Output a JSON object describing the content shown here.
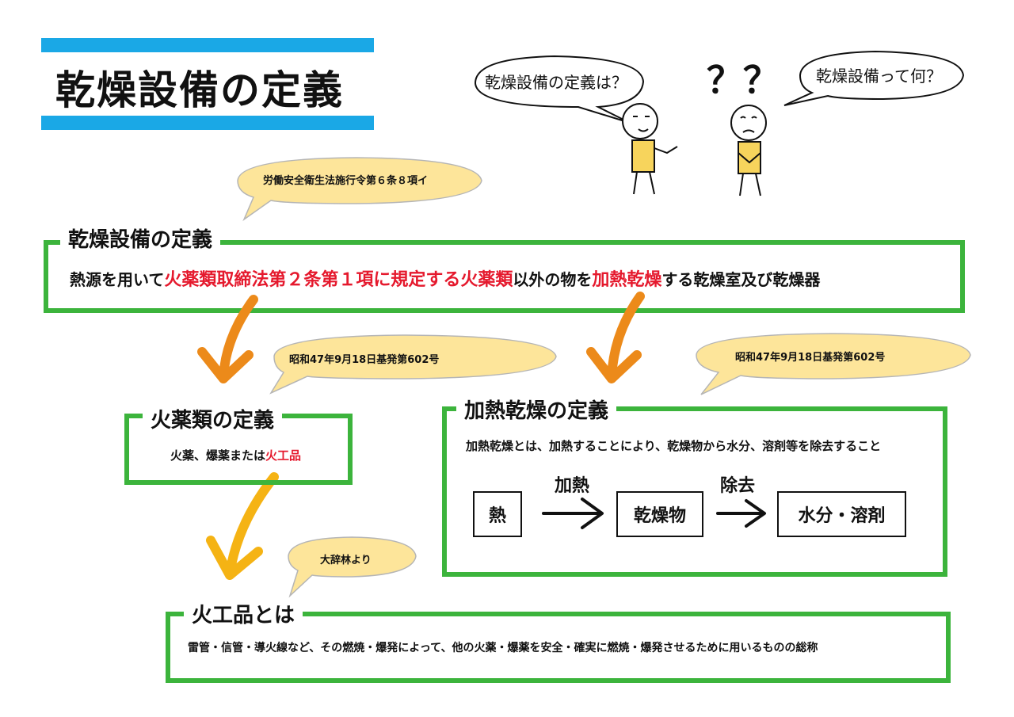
{
  "title": "乾燥設備の定義",
  "speech": {
    "left": "乾燥設備の定義は？",
    "right": "乾燥設備って何？",
    "marks": "？？"
  },
  "drying_def": {
    "source": "労働安全衛生法施行令第６条８項イ",
    "label": "乾燥設備の定義",
    "text": {
      "p1": "熱源を用いて",
      "r1": "火薬類取締法第２条第１項に規定する火薬類",
      "p2": "以外の物を",
      "r2": "加熱乾燥",
      "p3": "する乾燥室及び乾燥器"
    }
  },
  "explosive_def": {
    "source": "昭和47年9月18日基発第602号",
    "label": "火薬類の定義",
    "text": {
      "p1": "火薬、爆薬または",
      "r1": "火工品"
    }
  },
  "heating_def": {
    "source": "昭和47年9月18日基発第602号",
    "label": "加熱乾燥の定義",
    "text": "加熱乾燥とは、加熱することにより、乾燥物から水分、溶剤等を除去すること",
    "flow": {
      "box1": "熱",
      "arrow1": "加熱",
      "box2": "乾燥物",
      "arrow2": "除去",
      "box3": "水分・溶剤"
    }
  },
  "pyro_def": {
    "source": "大辞林より",
    "label": "火工品とは",
    "text": "雷管・信管・導火線など、その燃焼・爆発によって、他の火薬・爆薬を安全・確実に燃焼・爆発させるために用いるものの総称"
  },
  "colors": {
    "green": "#3cb43c",
    "blue": "#1aa8e6",
    "red": "#e5192d",
    "orange": "#ec8a1a",
    "yellow": "#f5b314",
    "bubble": "#fde59a",
    "shirt": "#f7d45c"
  }
}
